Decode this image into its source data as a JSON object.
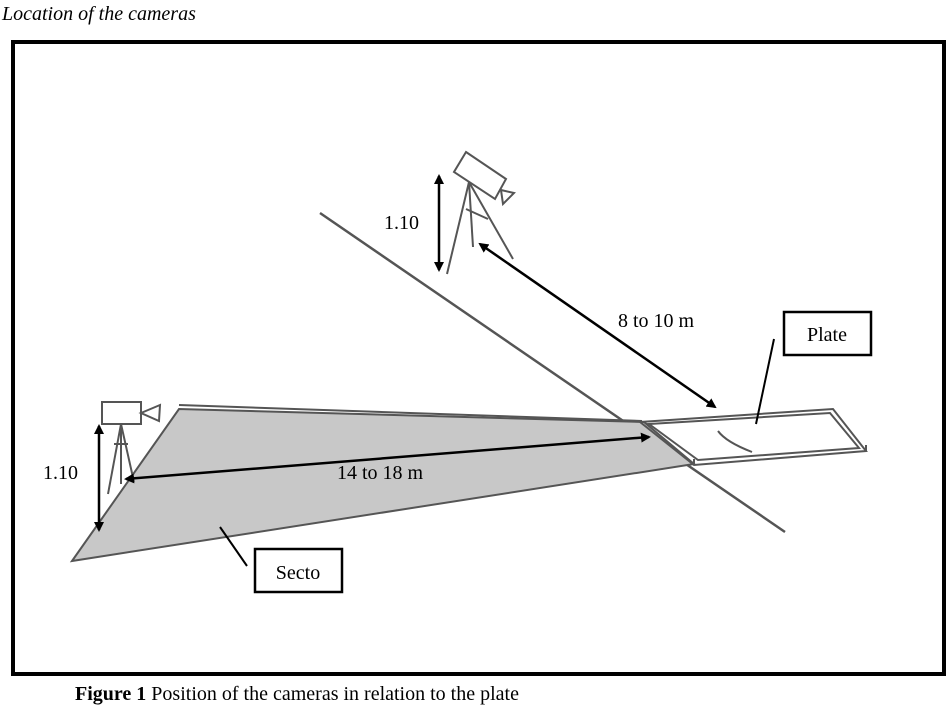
{
  "heading": "Location of the cameras",
  "labels": {
    "height_top": "1.10",
    "height_left": "1.10",
    "distance_top": "8 to 10 m",
    "distance_side": "14 to 18 m",
    "plate": "Plate",
    "sector": "Secto"
  },
  "caption": {
    "number": "Figure 1",
    "text": " Position of the cameras in relation to the plate"
  },
  "colors": {
    "sector_fill": "#c8c8c8",
    "ink": "#000000"
  }
}
